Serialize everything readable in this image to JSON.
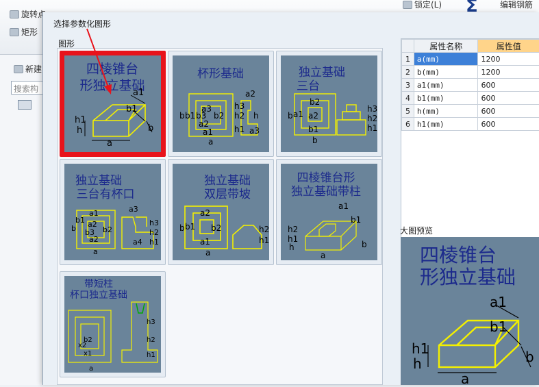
{
  "toolbar": {
    "rotate_point": "旋转点",
    "rectangle": "矩形",
    "new": "新建",
    "search_placeholder": "搜索构件",
    "lock": "锁定(L)",
    "edit_rebar": "编辑钢筋"
  },
  "dialog": {
    "title": "选择参数化图形",
    "shapes_label": "图形",
    "preview_label": "大图预览"
  },
  "shapes": [
    {
      "title": "四棱锥台形独立基础",
      "title_lines": [
        "四棱锥台",
        "形独立基础"
      ],
      "selected": true
    },
    {
      "title": "杯形基础",
      "title_lines": [
        "杯形基础"
      ],
      "selected": false
    },
    {
      "title": "独立基础三台",
      "title_lines": [
        "独立基础",
        "三台"
      ],
      "selected": false
    },
    {
      "title": "独立基础三台有杯口",
      "title_lines": [
        "独立基础",
        "三台有杯口"
      ],
      "selected": false
    },
    {
      "title": "独立基础双层带坡",
      "title_lines": [
        "独立基础",
        "双层带坡"
      ],
      "selected": false
    },
    {
      "title": "四棱锥台形独立基础带柱",
      "title_lines": [
        "四棱锥台形",
        "独立基础带柱"
      ],
      "selected": false
    },
    {
      "title": "带短柱杯口独立基础",
      "title_lines": [
        "带短柱",
        "杯口独立基础"
      ],
      "selected": false
    }
  ],
  "properties": {
    "col_name": "属性名称",
    "col_value": "属性值",
    "rows": [
      {
        "n": "1",
        "k": "a(mm)",
        "v": "1200"
      },
      {
        "n": "2",
        "k": "b(mm)",
        "v": "1200"
      },
      {
        "n": "3",
        "k": "a1(mm)",
        "v": "600"
      },
      {
        "n": "4",
        "k": "b1(mm)",
        "v": "600"
      },
      {
        "n": "5",
        "k": "h(mm)",
        "v": "600"
      },
      {
        "n": "6",
        "k": "h1(mm)",
        "v": "600"
      }
    ]
  },
  "preview": {
    "title_lines": [
      "四棱锥台",
      "形独立基础"
    ],
    "dims": [
      "a1",
      "b1",
      "h1",
      "h",
      "a",
      "b"
    ]
  },
  "colors": {
    "selected_border": "#e8131b",
    "thumb_bg": "#6a849a",
    "header_value": "#ffd48a",
    "row_selected": "#3d80d8"
  }
}
